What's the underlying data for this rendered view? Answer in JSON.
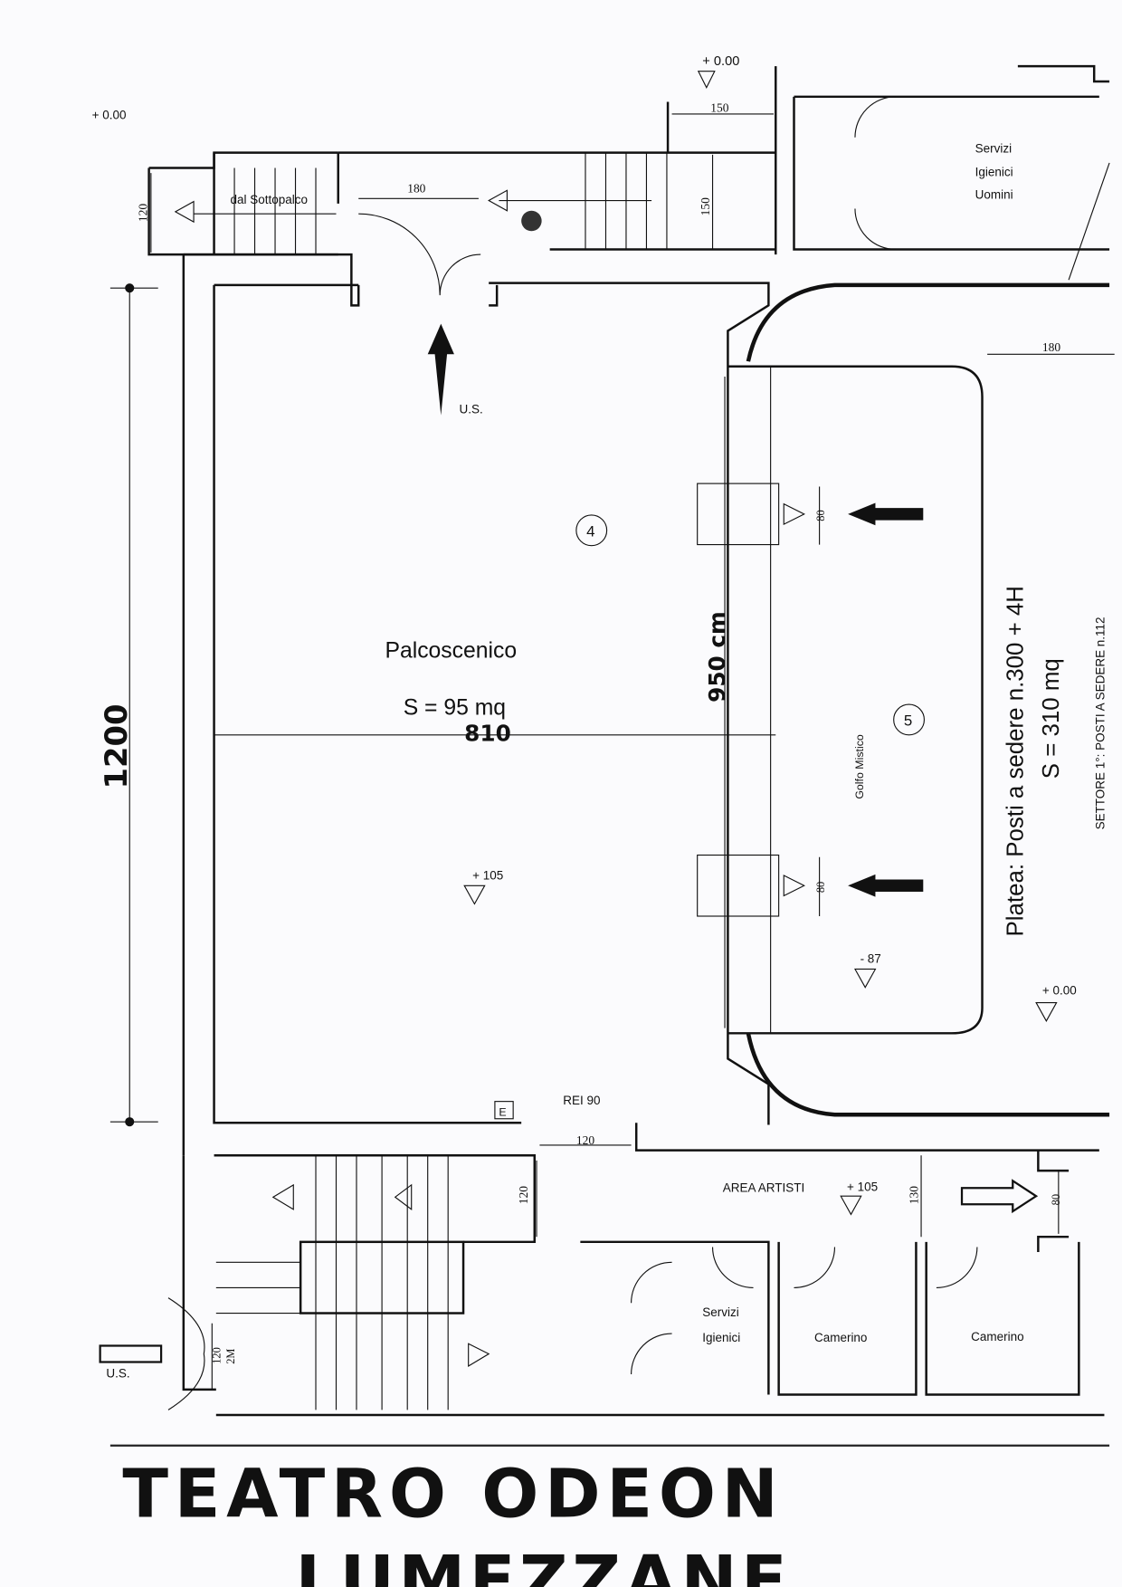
{
  "title": "TEATRO ODEON LUMEZZANE",
  "title_line1": "TEATRO ODEON",
  "title_line2": "LUMEZZANE",
  "levels": {
    "top_left": "+ 0.00",
    "top": "+ 0.00",
    "right": "+ 0.00",
    "stage": "+ 105",
    "pit": "- 87",
    "artists": "+ 105"
  },
  "dimensions": {
    "corridor_top": "150",
    "door_top": "180",
    "stair_top_left": "120",
    "stair_top_right": "150",
    "platea_offset": "180",
    "stage_depth": "1200",
    "stage_width": "810",
    "stage_height": "950 cm",
    "pit_step_1": "80",
    "pit_step_2": "80",
    "rei_door": "120",
    "stair_bottom": "120",
    "artists_corridor": "130",
    "exit_right": "80",
    "exit_left": "120",
    "exit_left_note": "2M"
  },
  "rooms": {
    "sottopalco": "dal Sottopalco",
    "wc_men": [
      "Servizi",
      "Igienici",
      "Uomini"
    ],
    "stage": {
      "number": "4",
      "name": "Palcoscenico",
      "area": "S = 95 mq"
    },
    "pit": {
      "number": "5",
      "name": "Golfo Mistico"
    },
    "platea": {
      "line1": "Platea: Posti a sedere n.300 + 4H",
      "line2": "S = 310 mq",
      "sector": "SETTORE 1°: POSTI A SEDERE n.112"
    },
    "artists_area": "AREA ARTISTI",
    "wc": [
      "Servizi",
      "Igienici"
    ],
    "dressing_1": "Camerino",
    "dressing_2": "Camerino"
  },
  "labels": {
    "exit_top": "U.S.",
    "exit_left": "U.S.",
    "fire_door": "REI 90",
    "e_box": "E"
  }
}
